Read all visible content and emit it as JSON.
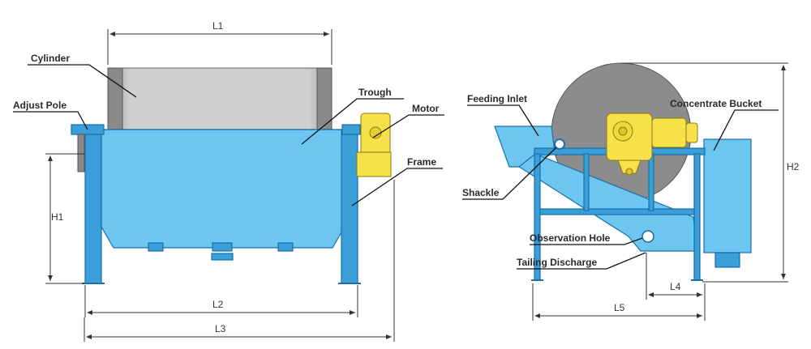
{
  "front_view": {
    "labels": {
      "cylinder": "Cylinder",
      "adjust_pole": "Adjust Pole",
      "trough": "Trough",
      "motor": "Motor",
      "frame": "Frame"
    },
    "dimensions": {
      "l1": "L1",
      "h1": "H1",
      "l2": "L2",
      "l3": "L3"
    }
  },
  "side_view": {
    "labels": {
      "feeding_inlet": "Feeding Inlet",
      "concentrate_bucket": "Concentrate Bucket",
      "shackle": "Shackle",
      "observation_hole": "Observation Hole",
      "tailing_discharge": "Tailing Discharge"
    },
    "dimensions": {
      "h2": "H2",
      "l4": "L4",
      "l5": "L5"
    }
  },
  "colors": {
    "frame_blue": "#6cc6f0",
    "outline_blue": "#1a6fa8",
    "motor_yellow": "#f6e14a",
    "drum_grey": "#8a8a8a"
  }
}
